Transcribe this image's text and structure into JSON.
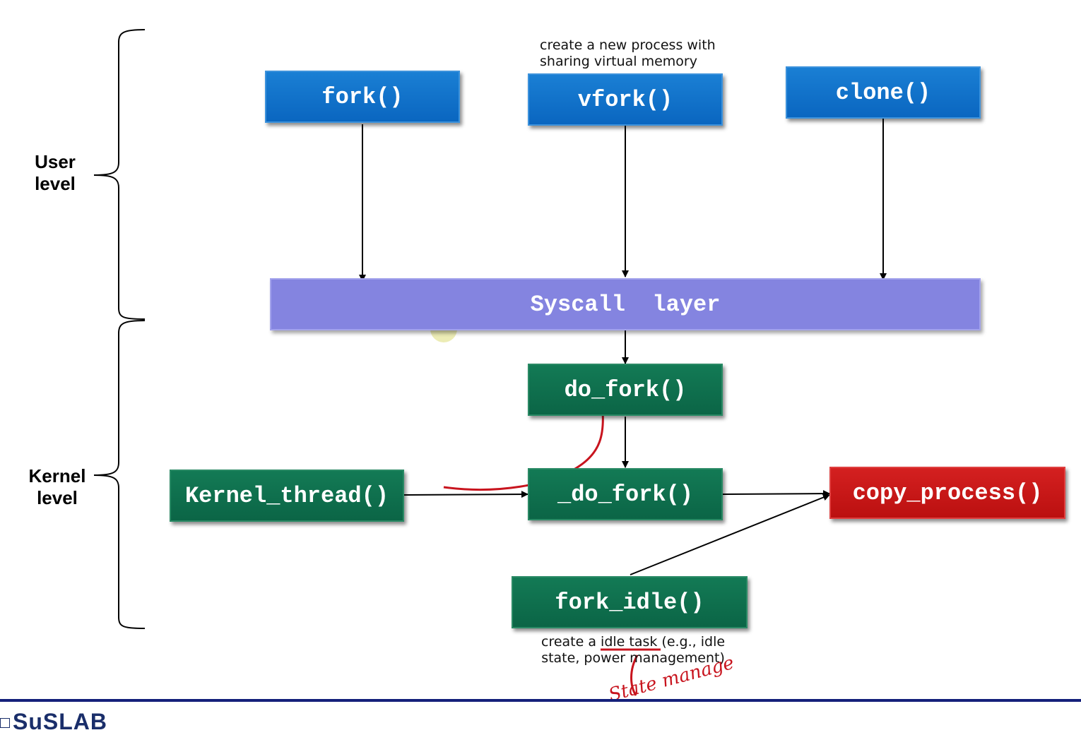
{
  "levels": {
    "user": "User\nlevel",
    "kernel": "Kernel\nlevel"
  },
  "notes": {
    "vfork": "create a new process with\nsharing virtual memory",
    "idle": "create a idle task (e.g., idle\nstate, power management)"
  },
  "boxes": {
    "fork": "fork()",
    "vfork": "vfork()",
    "clone": "clone()",
    "syscall": "Syscall  layer",
    "do_fork": "do_fork()",
    "kernel_thread": "Kernel_thread()",
    "underscore_do_fork": "_do_fork()",
    "copy_process": "copy_process()",
    "fork_idle": "fork_idle()"
  },
  "handwriting": "State manage",
  "logo": "SuSLAB",
  "colors": {
    "user_box": "#0a6ec8",
    "kernel_box": "#0b6b4a",
    "syscall": "#8484e0",
    "copy_process": "#cc1616",
    "annotation": "#c8141e"
  }
}
